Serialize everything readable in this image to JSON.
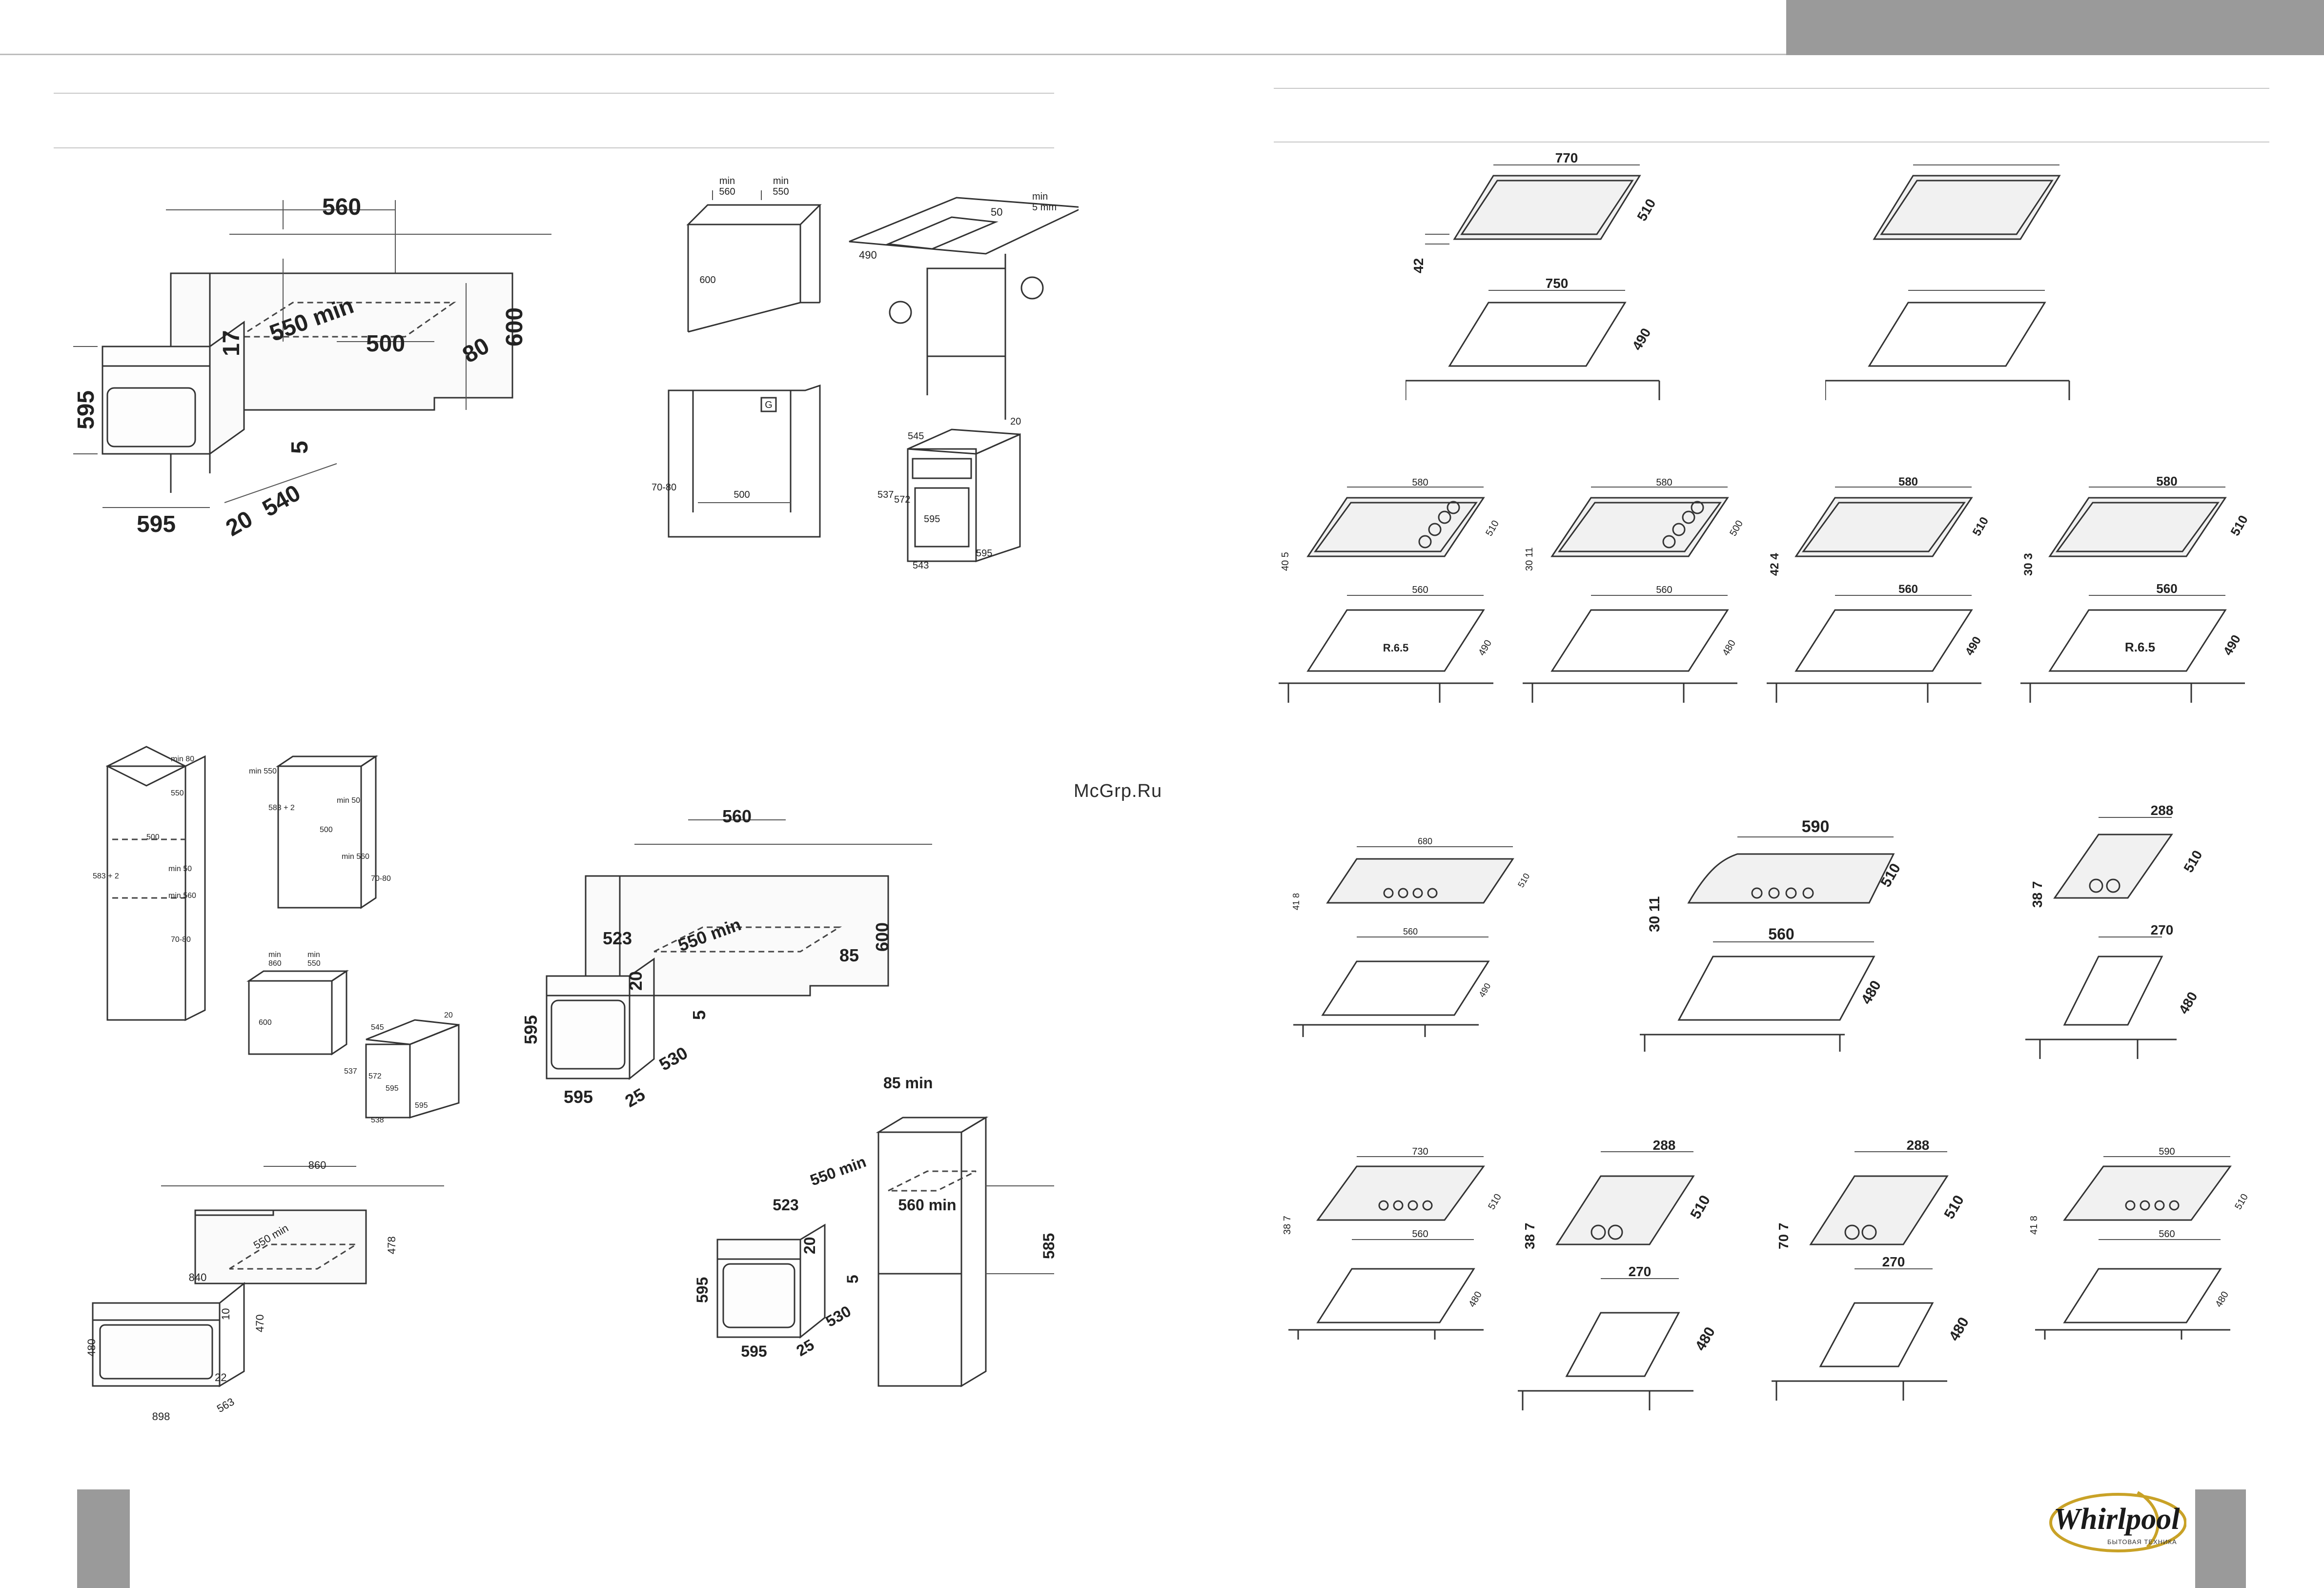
{
  "watermark": "McGrp.Ru",
  "brand": {
    "name": "Whirlpool",
    "tagline": "БЫТОВАЯ ТЕХНИКА"
  },
  "oven_main": {
    "top": "560",
    "min_depth": "550 min",
    "back": "500",
    "gap": "80",
    "height": "600",
    "top_gap": "17",
    "oven_h": "595",
    "side": "5",
    "oven_w": "595",
    "front": "20",
    "depth": "540"
  },
  "undercounter": {
    "min560": "min\n560",
    "min550": "min\n550",
    "h600": "600",
    "d50": "50",
    "min5": "min\n5 mm",
    "d490": "490",
    "g": "G",
    "d7080": "70-80",
    "d500": "500",
    "o545": "545",
    "o20": "20",
    "o537": "537",
    "o572": "572",
    "o595a": "595",
    "o595b": "595",
    "o543": "543"
  },
  "column_small": {
    "min80": "min 80",
    "d550": "550",
    "d500": "500",
    "d5832": "583 + 2",
    "min50": "min 50",
    "min560": "min 560",
    "d7080": "70-80",
    "min550": "min 550",
    "d5832b": "583 + 2",
    "min50b": "min 50",
    "d500b": "500",
    "min560b": "min 560",
    "d7080b": "70-80",
    "min860": "min\n860",
    "min550c": "min\n550",
    "h600": "600",
    "o545": "545",
    "o20": "20",
    "o537": "537",
    "o572": "572",
    "o595": "595",
    "o538": "538",
    "o595b": "595"
  },
  "oven_mid": {
    "top": "560",
    "w523": "523",
    "min550": "550 min",
    "h600": "600",
    "d85": "85",
    "t20": "20",
    "h595": "595",
    "s5": "5",
    "d530": "530",
    "w595": "595",
    "f25": "25"
  },
  "compact": {
    "top": "860",
    "min550": "550 min",
    "d478": "478",
    "w840": "840",
    "t10": "10",
    "h470": "470",
    "h480": "480",
    "f22": "22",
    "w898": "898",
    "d563": "563"
  },
  "column_oven": {
    "min85": "85 min",
    "min550": "550 min",
    "w523": "523",
    "min560": "560 min",
    "t20": "20",
    "h595": "595",
    "s5": "5",
    "d530": "530",
    "w595": "595",
    "f25": "25",
    "h585": "585"
  },
  "hobs": {
    "r1a": {
      "w": "770",
      "h": "42",
      "d": "510",
      "cw": "750",
      "cd": "490"
    },
    "r2a": {
      "w": "580",
      "h": "40 5",
      "d": "510",
      "cw": "560",
      "cd": "490",
      "r": "R.6.5"
    },
    "r2b": {
      "w": "580",
      "h": "30 11",
      "d": "500",
      "cw": "560",
      "cd": "480"
    },
    "r2c": {
      "w": "580",
      "h": "42 4",
      "d": "510",
      "cw": "560",
      "cd": "490"
    },
    "r2d": {
      "w": "580",
      "h": "30 3",
      "d": "510",
      "cw": "560",
      "cd": "490",
      "r": "R.6.5"
    },
    "r3a": {
      "w": "680",
      "h": "41 8",
      "d": "510",
      "cw": "560",
      "cd": "490"
    },
    "r3b": {
      "w": "590",
      "h": "30 11",
      "d": "510",
      "cw": "560",
      "cd": "480"
    },
    "r3c": {
      "w": "288",
      "h": "38 7",
      "d": "510",
      "cw": "270",
      "cd": "480"
    },
    "r4a": {
      "w": "730",
      "h": "38 7",
      "d": "510",
      "cw": "560",
      "cd": "480"
    },
    "r4b": {
      "w": "288",
      "h": "38 7",
      "d": "510",
      "cw": "270",
      "cd": "480"
    },
    "r4c": {
      "w": "288",
      "h": "70 7",
      "d": "510",
      "cw": "270",
      "cd": "480"
    },
    "r4d": {
      "w": "590",
      "h": "41 8",
      "d": "510",
      "cw": "560",
      "cd": "480"
    }
  }
}
